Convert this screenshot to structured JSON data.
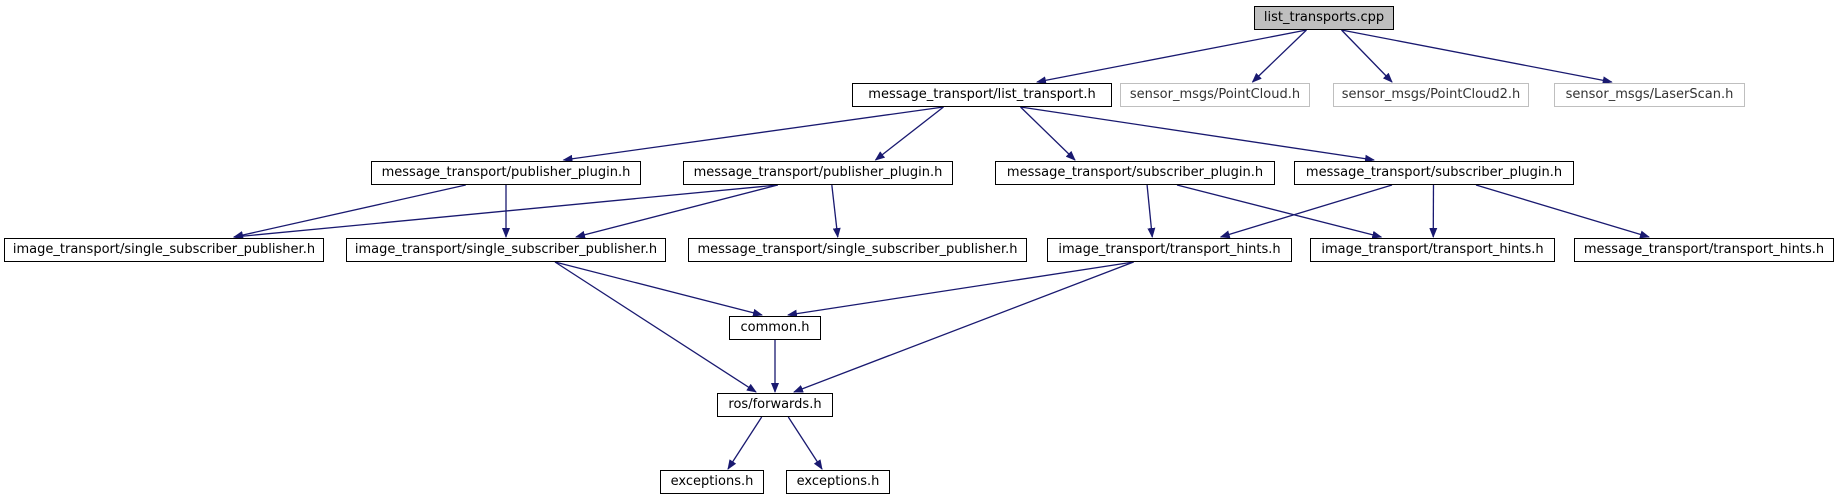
{
  "graph": {
    "root": "list_transports.cpp",
    "nodes": [
      {
        "id": "n0",
        "label": "list_transports.cpp",
        "kind": "root"
      },
      {
        "id": "n1",
        "label": "message_transport/list_transport.h",
        "kind": "local"
      },
      {
        "id": "n2",
        "label": "sensor_msgs/PointCloud.h",
        "kind": "external"
      },
      {
        "id": "n3",
        "label": "sensor_msgs/PointCloud2.h",
        "kind": "external"
      },
      {
        "id": "n4",
        "label": "sensor_msgs/LaserScan.h",
        "kind": "external"
      },
      {
        "id": "n5",
        "label": "message_transport/publisher_plugin.h",
        "kind": "local"
      },
      {
        "id": "n6",
        "label": "message_transport/publisher_plugin.h",
        "kind": "local"
      },
      {
        "id": "n7",
        "label": "message_transport/subscriber_plugin.h",
        "kind": "local"
      },
      {
        "id": "n8",
        "label": "message_transport/subscriber_plugin.h",
        "kind": "local"
      },
      {
        "id": "n9",
        "label": "image_transport/single_subscriber_publisher.h",
        "kind": "local"
      },
      {
        "id": "n10",
        "label": "image_transport/single_subscriber_publisher.h",
        "kind": "local"
      },
      {
        "id": "n11",
        "label": "message_transport/single_subscriber_publisher.h",
        "kind": "local"
      },
      {
        "id": "n12",
        "label": "image_transport/transport_hints.h",
        "kind": "local"
      },
      {
        "id": "n13",
        "label": "image_transport/transport_hints.h",
        "kind": "local"
      },
      {
        "id": "n14",
        "label": "message_transport/transport_hints.h",
        "kind": "local"
      },
      {
        "id": "n15",
        "label": "common.h",
        "kind": "local"
      },
      {
        "id": "n16",
        "label": "ros/forwards.h",
        "kind": "local"
      },
      {
        "id": "n17",
        "label": "exceptions.h",
        "kind": "local"
      },
      {
        "id": "n18",
        "label": "exceptions.h",
        "kind": "local"
      }
    ],
    "edges": [
      [
        "n0",
        "n1"
      ],
      [
        "n0",
        "n2"
      ],
      [
        "n0",
        "n3"
      ],
      [
        "n0",
        "n4"
      ],
      [
        "n1",
        "n5"
      ],
      [
        "n1",
        "n6"
      ],
      [
        "n1",
        "n7"
      ],
      [
        "n1",
        "n8"
      ],
      [
        "n5",
        "n9"
      ],
      [
        "n5",
        "n10"
      ],
      [
        "n6",
        "n9"
      ],
      [
        "n6",
        "n10"
      ],
      [
        "n6",
        "n11"
      ],
      [
        "n7",
        "n12"
      ],
      [
        "n7",
        "n13"
      ],
      [
        "n8",
        "n12"
      ],
      [
        "n8",
        "n13"
      ],
      [
        "n8",
        "n14"
      ],
      [
        "n10",
        "n15"
      ],
      [
        "n10",
        "n16"
      ],
      [
        "n12",
        "n15"
      ],
      [
        "n12",
        "n16"
      ],
      [
        "n15",
        "n16"
      ],
      [
        "n16",
        "n17"
      ],
      [
        "n16",
        "n18"
      ]
    ],
    "colors": {
      "edge": "#191970",
      "node_border": "#000000",
      "external_border": "#bfbfbf",
      "root_fill": "#bfbfbf",
      "background": "#ffffff"
    }
  }
}
